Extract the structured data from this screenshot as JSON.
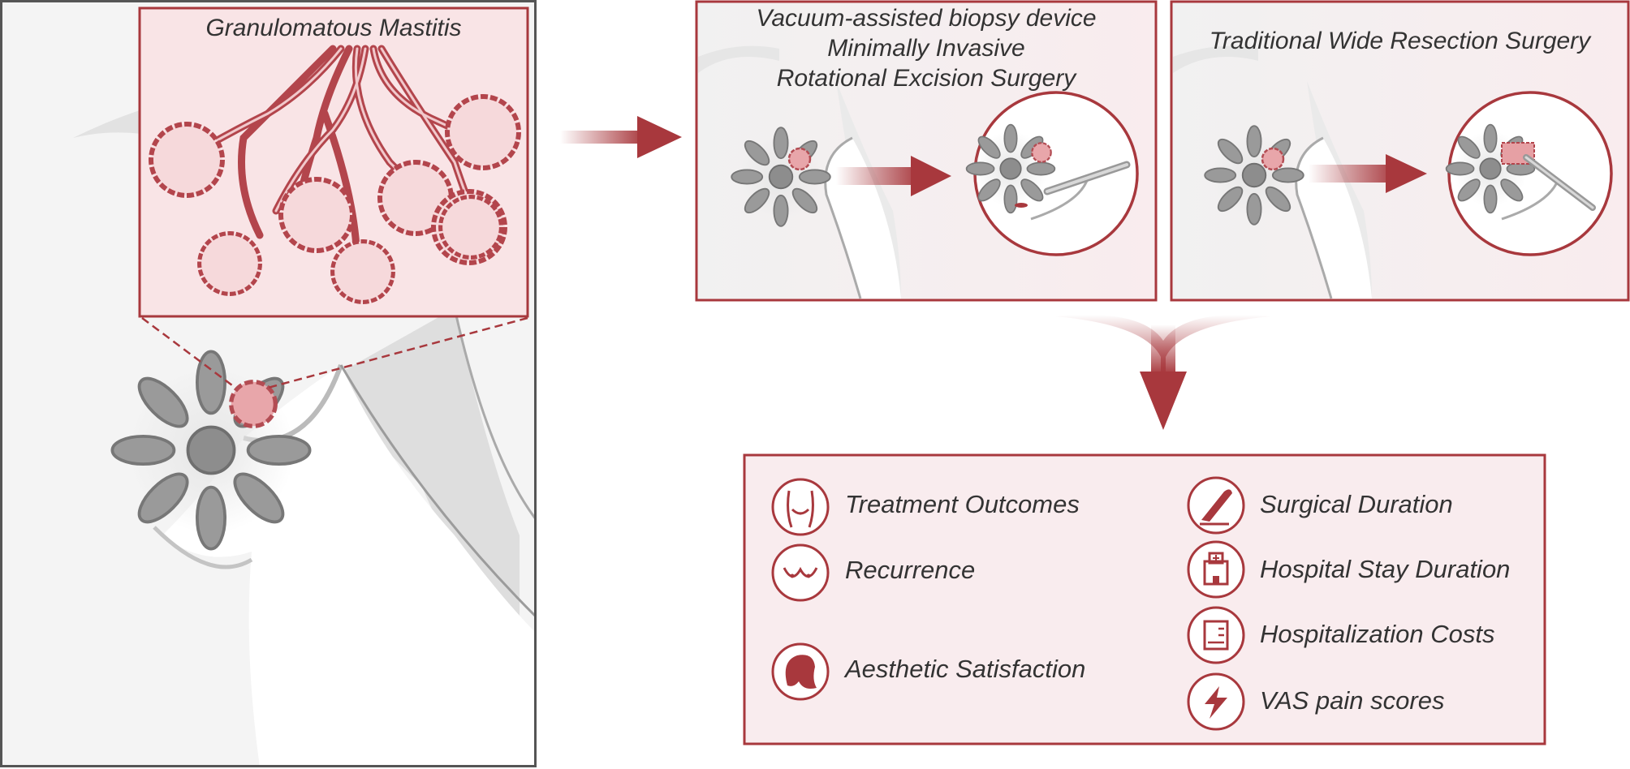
{
  "panels": {
    "disease": {
      "title": "Granulomatous Mastitis"
    },
    "vab": {
      "title_lines": [
        "Vacuum-assisted biopsy device",
        "Minimally Invasive",
        "Rotational Excision Surgery"
      ]
    },
    "traditional": {
      "title": "Traditional Wide Resection Surgery"
    }
  },
  "outcomes": {
    "left": [
      {
        "label": "Treatment Outcomes",
        "icon": "torso-icon"
      },
      {
        "label": "Recurrence",
        "icon": "breast-icon"
      },
      {
        "label": "Aesthetic Satisfaction",
        "icon": "woman-face-icon"
      }
    ],
    "right": [
      {
        "label": "Surgical Duration",
        "icon": "scalpel-icon"
      },
      {
        "label": "Hospital Stay Duration",
        "icon": "hospital-icon"
      },
      {
        "label": "Hospitalization Costs",
        "icon": "bill-icon"
      },
      {
        "label": "VAS pain scores",
        "icon": "lightning-icon"
      }
    ]
  },
  "colors": {
    "accent": "#a8383d",
    "panel_fill": "#f9ecee",
    "body_gray": "#dcdcdc"
  }
}
